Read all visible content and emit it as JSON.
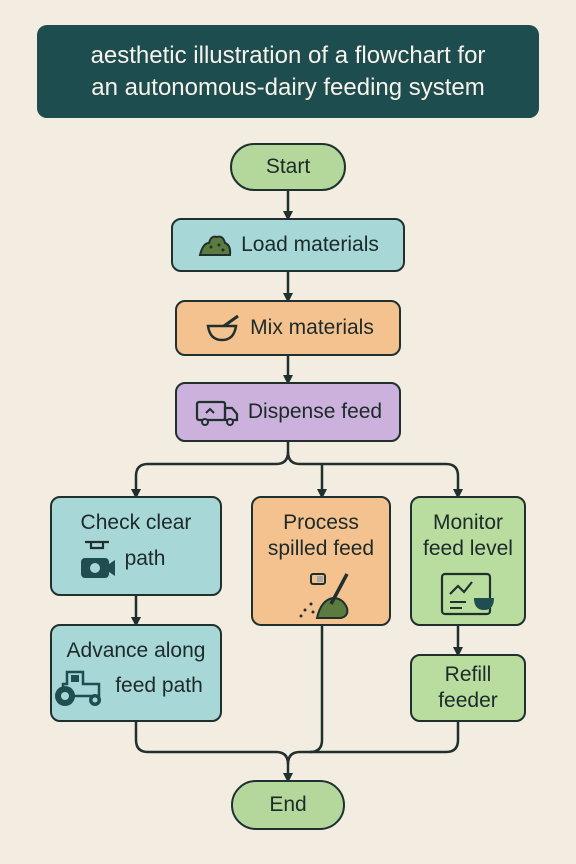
{
  "title": {
    "line1": "aesthetic illustration of a flowchart for",
    "line2": "an autonomous-dairy feeding system"
  },
  "nodes": {
    "start": "Start",
    "load": "Load materials",
    "mix": "Mix materials",
    "dispense": "Dispense feed",
    "check": {
      "line1": "Check clear",
      "line2": "path"
    },
    "process": {
      "line1": "Process",
      "line2": "spilled feed"
    },
    "monitor": {
      "line1": "Monitor",
      "line2": "feed level"
    },
    "advance": {
      "line1": "Advance along",
      "line2": "feed path"
    },
    "refill": {
      "line1": "Refill",
      "line2": "feeder"
    },
    "end": "End"
  },
  "icons": {
    "load": "feed-pile-icon",
    "mix": "mortar-bowl-icon",
    "dispense": "truck-icon",
    "check": "camera-icon",
    "process": "shovel-icon",
    "monitor": "monitor-chart-icon",
    "advance": "tractor-icon"
  },
  "colors": {
    "banner": "#1e4d4f",
    "green": "#b4d89c",
    "blue": "#a8d7d8",
    "orange": "#f4c28f",
    "purple": "#ccb1dc",
    "outline": "#20302f"
  }
}
